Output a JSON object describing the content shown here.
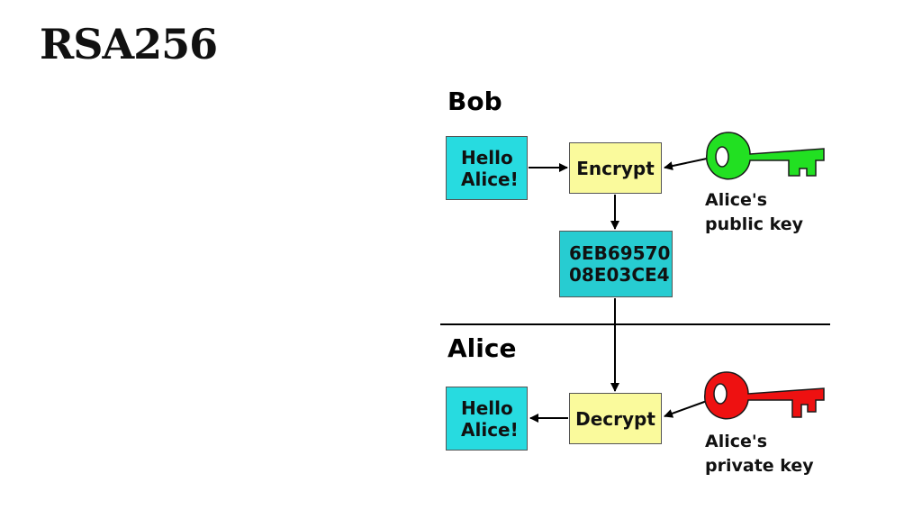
{
  "title": "RSA256",
  "sender": {
    "name": "Bob",
    "message": [
      "Hello",
      "Alice!"
    ],
    "operation": "Encrypt",
    "key_label": [
      "Alice's",
      "public key"
    ],
    "key_color": "#22e022"
  },
  "ciphertext": [
    "6EB69570",
    "08E03CE4"
  ],
  "receiver": {
    "name": "Alice",
    "message": [
      "Hello",
      "Alice!"
    ],
    "operation": "Decrypt",
    "key_label": [
      "Alice's",
      "private key"
    ],
    "key_color": "#ee1111"
  },
  "colors": {
    "message_box": "#27dbe0",
    "operation_box": "#fafa9c",
    "cipher_box": "#27ccd1"
  }
}
